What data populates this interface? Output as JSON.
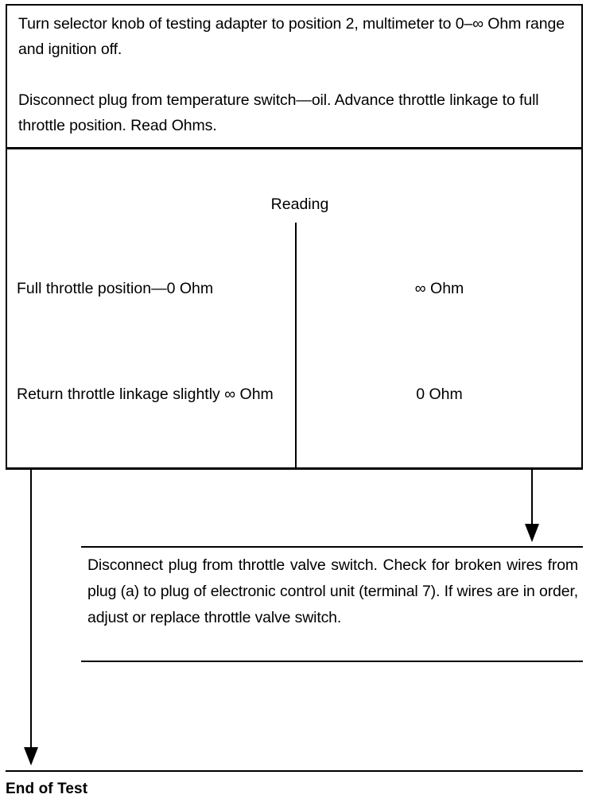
{
  "document": {
    "type": "diagnostic-test-flowchart",
    "end_label": "End of Test"
  },
  "instructions": {
    "paragraph_1": "Turn selector knob of testing adapter to position 2, multimeter to 0–∞ Ohm range and ignition off.",
    "paragraph_2": "Disconnect plug from temperature switch—oil. Advance throttle linkage to full throttle position. Read Ohms."
  },
  "reading_table": {
    "header": "Reading",
    "rows": [
      {
        "label": "Full throttle position—0 Ohm",
        "value": "∞ Ohm"
      },
      {
        "label": "Return throttle linkage slightly ∞ Ohm",
        "value": "0 Ohm"
      }
    ]
  },
  "result": {
    "text": "Disconnect plug from throttle valve switch. Check for broken wires from plug (a) to plug of electronic control unit (terminal 7). If wires are in order, adjust or replace throttle valve switch."
  },
  "colors": {
    "ink": "#000000",
    "page": "#ffffff"
  }
}
